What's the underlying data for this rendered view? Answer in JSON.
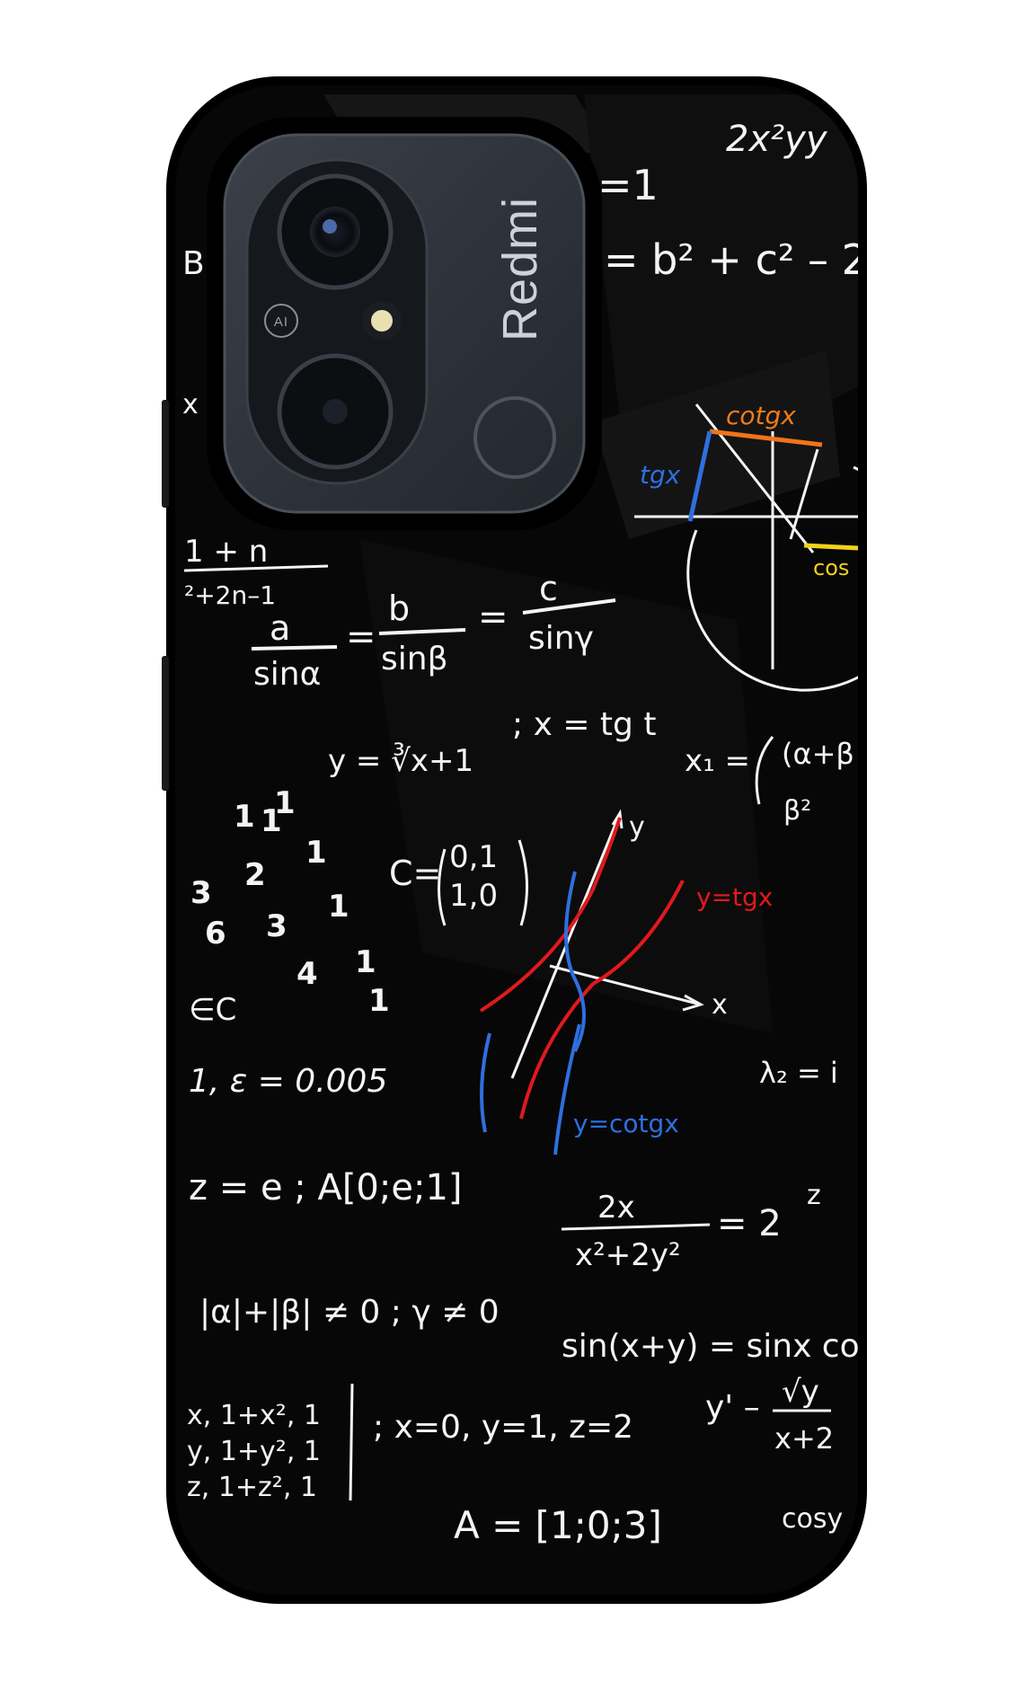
{
  "product": {
    "brand_label": "Redmi",
    "ai_badge": "AI"
  },
  "formulas": {
    "top_right_1": "2x²yy",
    "top_eq_1": "=1",
    "top_eq_2": "= b² + c² – 2",
    "left_edge_B": "B",
    "left_edge_x": "x",
    "series_top": "1 + n",
    "series_bottom": "²+2n–1",
    "sine_law_a": "a",
    "sine_law_sina": "sinα",
    "sine_law_b": "b",
    "sine_law_sinb": "sinβ",
    "sine_law_c": "c",
    "sine_law_sing": "sinγ",
    "root_eq": "y = ∛x+1",
    "tg_eq": "; x = tg t",
    "x1_eq": "x₁ =",
    "alpha_beta": "(α+β",
    "beta2": "β²",
    "matrix_c": "C=",
    "matrix_row1": "0,1",
    "matrix_row2": "1,0",
    "in_c": "∈C",
    "eps": "1, ε = 0.005",
    "lambda": "λ₂ = i",
    "z_eq": "z = e ; A[0;e;1]",
    "frac_num": "2x",
    "frac_den": "x²+2y²",
    "frac_eq": "= 2",
    "z_right": "z",
    "abs_eq": "|α|+|β| ≠ 0 ; γ ≠ 0",
    "sin_sum": "sin(x+y) = sinx co",
    "deriv_y": "y' –",
    "deriv_num": "√y",
    "deriv_den": "x+2",
    "mat_r1": "x, 1+x², 1",
    "mat_r2": "y, 1+y², 1",
    "mat_r3": "z, 1+z², 1",
    "xyz_eq": "; x=0, y=1, z=2",
    "a_vec": "A = [1;0;3]",
    "cosy": "cosy",
    "cotgx_label": "cotgx",
    "tgx_label": "tgx",
    "cos_label": "cos",
    "axis_y": "y",
    "axis_x": "x",
    "y_tg": "y=tgx",
    "y_cotg": "y=cotgx"
  },
  "scattered_digits": [
    "1",
    "1",
    "1",
    "3",
    "2",
    "1",
    "6",
    "3",
    "1",
    "4",
    "1",
    "1"
  ],
  "colors": {
    "case_black": "#050505",
    "camera_module": "#2c3038",
    "chalk_white": "#f4f4f4",
    "graph_red": "#e0191e",
    "graph_blue": "#2f6fdf",
    "label_orange": "#f07a1a",
    "label_yellow": "#f2d21a"
  }
}
